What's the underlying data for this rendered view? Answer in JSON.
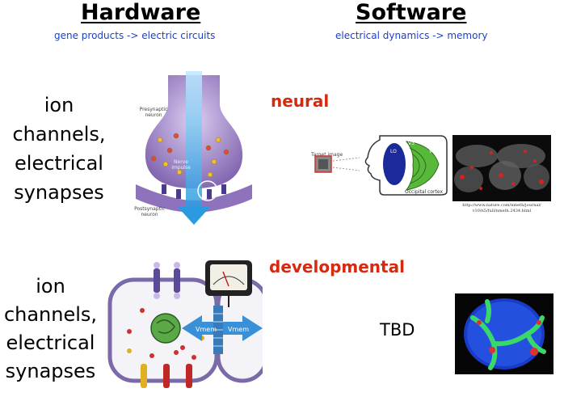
{
  "headers": {
    "hardware": {
      "title": "Hardware",
      "subtitle": "gene products -> electric circuits"
    },
    "software": {
      "title": "Software",
      "subtitle": "electrical dynamics -> memory"
    }
  },
  "rows": {
    "top": {
      "left_label_lines": [
        "ion",
        "channels,",
        "electrical",
        "synapses"
      ],
      "category": "neural",
      "synapse_labels": {
        "presynaptic": "Presynaptic neuron",
        "impulse": "Nerve impulse",
        "postsynaptic": "Postsynaptic neuron"
      },
      "brain_diagram": {
        "target": "Target image",
        "occipital": "Occipital cortex",
        "regions": [
          "V3",
          "V2",
          "V1",
          "LO"
        ]
      },
      "citation_lines": [
        "http://www.nature.com/nmeth/journal/",
        "v10/n5/full/nmeth.2434.html"
      ]
    },
    "bottom": {
      "left_label_lines": [
        "ion",
        "channels,",
        "electrical",
        "synapses"
      ],
      "category": "developmental",
      "vmem_labels": [
        "Vmem",
        "Vmem"
      ],
      "placeholder": "TBD"
    }
  },
  "colors": {
    "subtitle_blue": "#1a3fd0",
    "category_red": "#d62a10"
  }
}
